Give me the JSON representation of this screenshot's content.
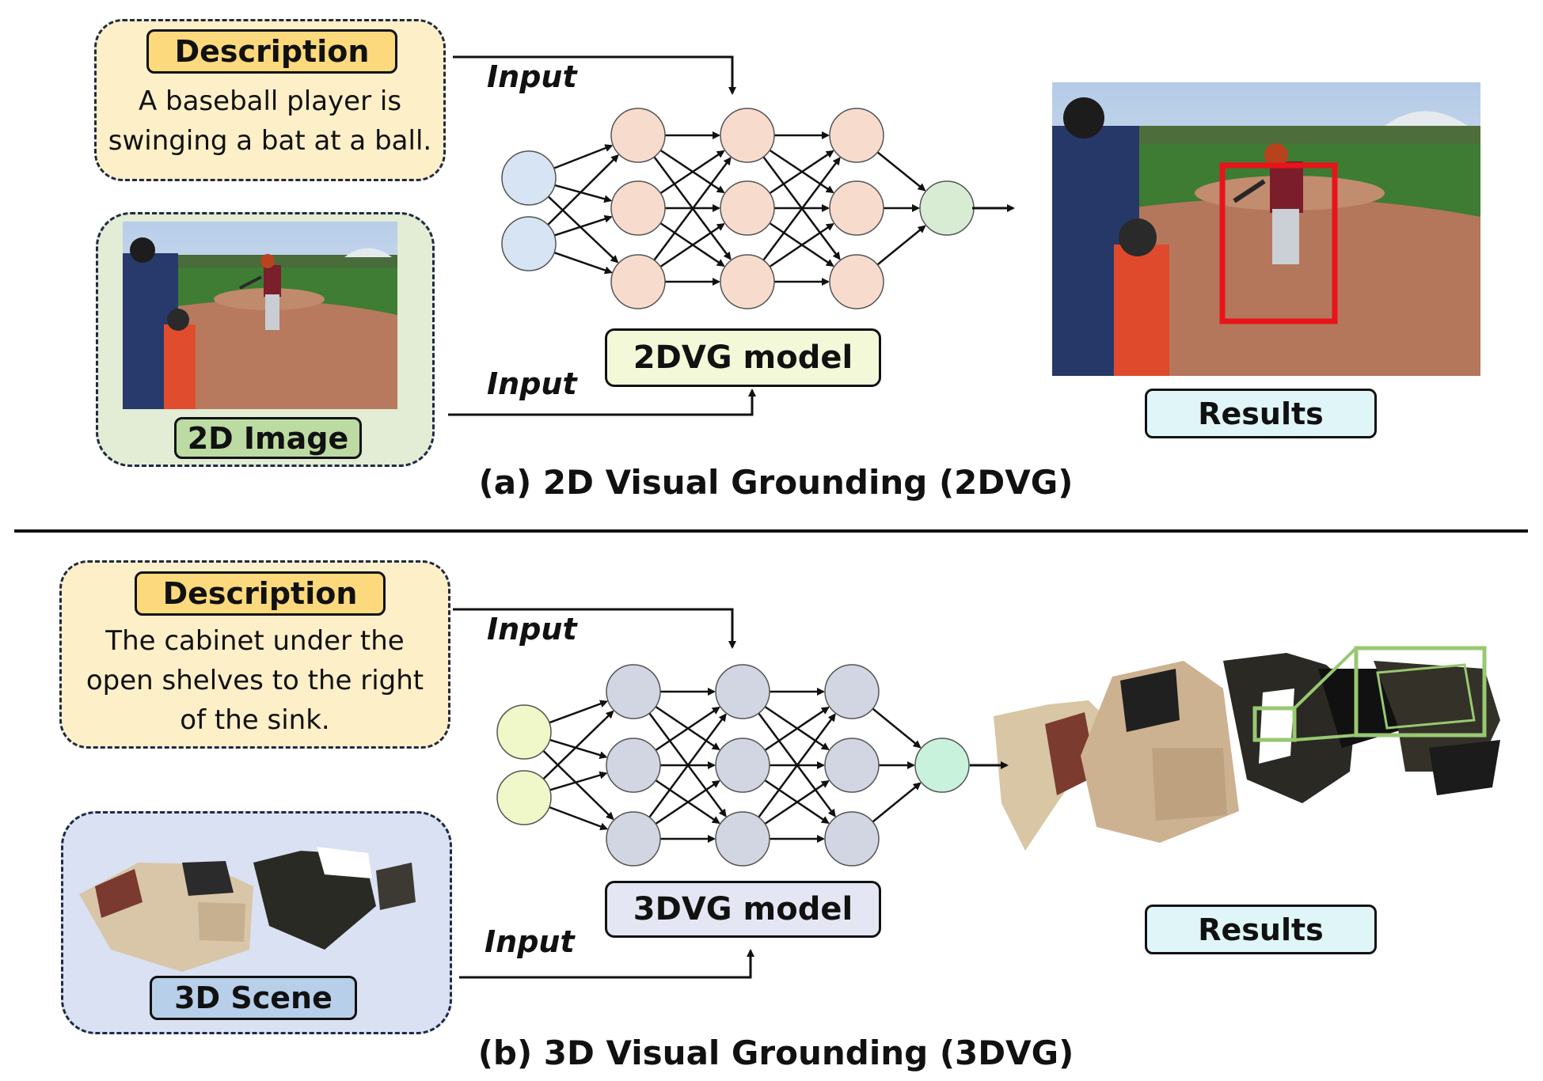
{
  "panel_a": {
    "description_title": "Description",
    "description_lines": [
      "A baseball player is",
      "swinging a bat at a ball."
    ],
    "image_label": "2D Image",
    "input_top": "Input",
    "input_bottom": "Input",
    "model_label": "2DVG model",
    "results_label": "Results",
    "caption": "(a) 2D Visual Grounding (2DVG)"
  },
  "panel_b": {
    "description_title": "Description",
    "description_lines": [
      "The cabinet under the",
      "open shelves to the right",
      "of the sink."
    ],
    "image_label": "3D Scene",
    "input_top": "Input",
    "input_bottom": "Input",
    "model_label": "3DVG model",
    "results_label": "Results",
    "caption": "(b) 3D Visual Grounding (3DVG)"
  },
  "colors": {
    "desc_fill": "#fdefc8",
    "desc_title_fill": "#fcd97c",
    "image2d_fill": "#e3ecd4",
    "image2d_label_fill": "#bcdba2",
    "scene3d_fill": "#d9e1f2",
    "scene3d_label_fill": "#b8cfe9",
    "model2d_fill": "#f2f8d8",
    "model3d_fill": "#e4e6f4",
    "results_fill": "#dff5f7",
    "node_input_2d": "#d6e4f4",
    "node_hidden_2d": "#f7dccd",
    "node_output_2d": "#d8ecd3",
    "node_input_3d": "#f0f7c8",
    "node_hidden_3d": "#d2d6e2",
    "node_output_3d": "#c9f2dc",
    "bbox_2d": "#e8141a",
    "bbox_3d": "#98c872"
  }
}
